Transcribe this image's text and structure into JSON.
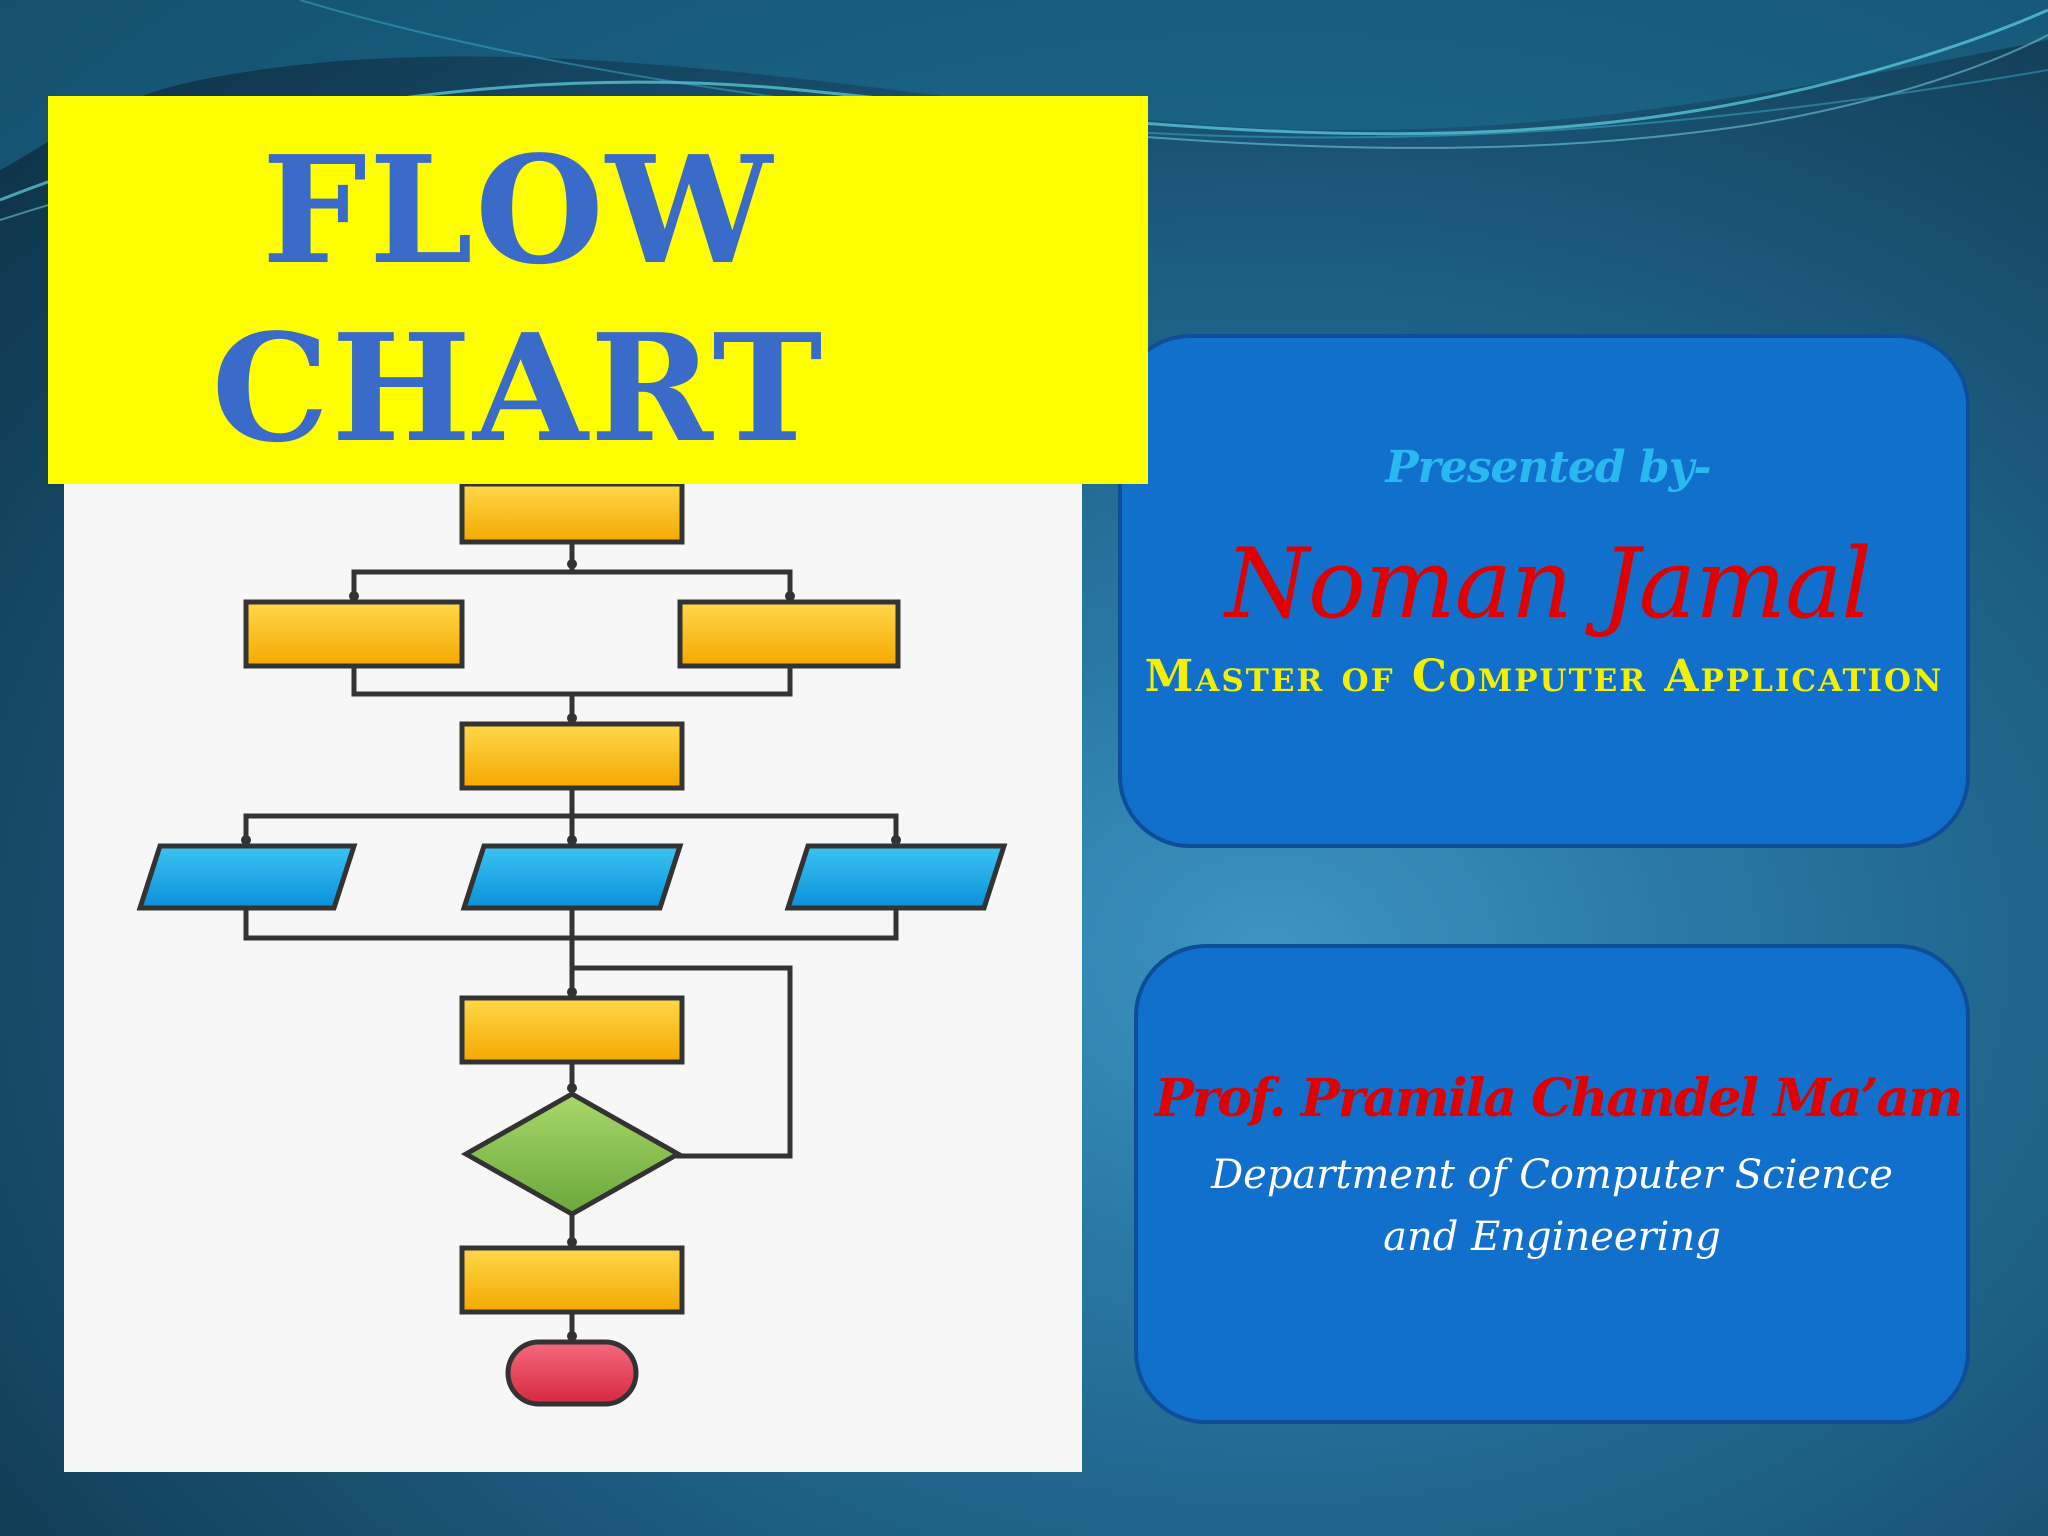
{
  "slide": {
    "title_line_1": "FLOW",
    "title_line_2": "CHART"
  },
  "presenter_card": {
    "presented_by": "Presented by-",
    "name": "Noman Jamal",
    "degree": "Master of Computer Application"
  },
  "guide_card": {
    "name": "Prof. Pramila Chandel Ma’am",
    "department": "Department of Computer  Science and Engineering"
  },
  "colors": {
    "title_background": "#ffff00",
    "title_text": "#3a6bc8",
    "card_background": "#1170cc",
    "name_red": "#e00000",
    "degree_yellow": "#f0f000",
    "process_box": "#ffc000",
    "io_box": "#1aa8e8",
    "decision": "#8bc34a",
    "terminator": "#e8384f"
  },
  "flowchart_illustration": {
    "shapes": [
      "process",
      "process",
      "process",
      "process",
      "io",
      "io",
      "io",
      "process",
      "decision",
      "process",
      "terminator"
    ]
  }
}
